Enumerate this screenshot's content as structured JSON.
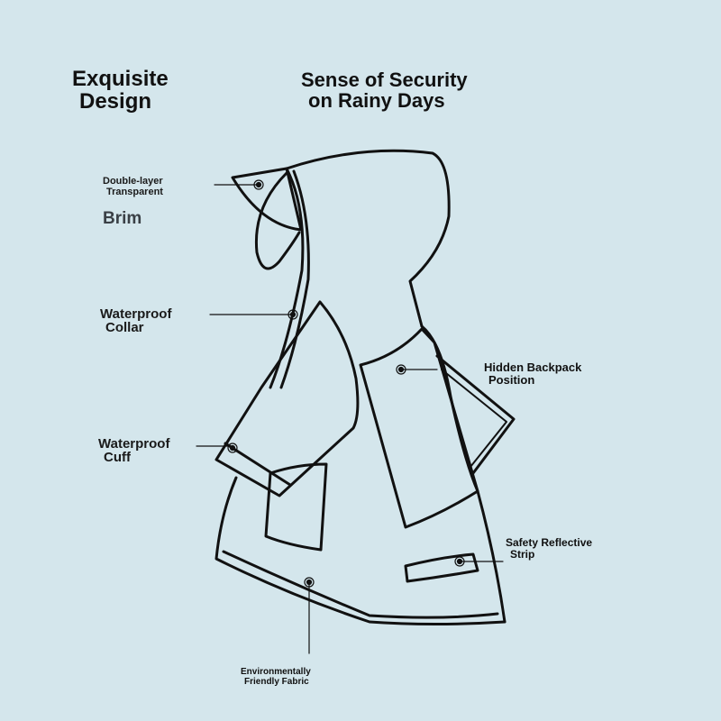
{
  "header": {
    "left_title": [
      "Exquisite",
      "Design"
    ],
    "right_title": [
      "Sense of Security",
      "on Rainy Days"
    ]
  },
  "callouts": [
    {
      "id": "brim",
      "lines": [
        "Double-layer",
        "Transparent"
      ],
      "sub": "Brim"
    },
    {
      "id": "collar",
      "lines": [
        "Waterproof",
        "Collar"
      ]
    },
    {
      "id": "cuff",
      "lines": [
        "Waterproof",
        "Cuff"
      ]
    },
    {
      "id": "backpack",
      "lines": [
        "Hidden Backpack",
        "Position"
      ]
    },
    {
      "id": "reflective",
      "lines": [
        "Safety Reflective",
        "Strip"
      ]
    },
    {
      "id": "fabric",
      "lines": [
        "Environmentally",
        "Friendly Fabric"
      ]
    }
  ],
  "colors": {
    "background": "#d4e6ec",
    "ink": "#111111"
  }
}
